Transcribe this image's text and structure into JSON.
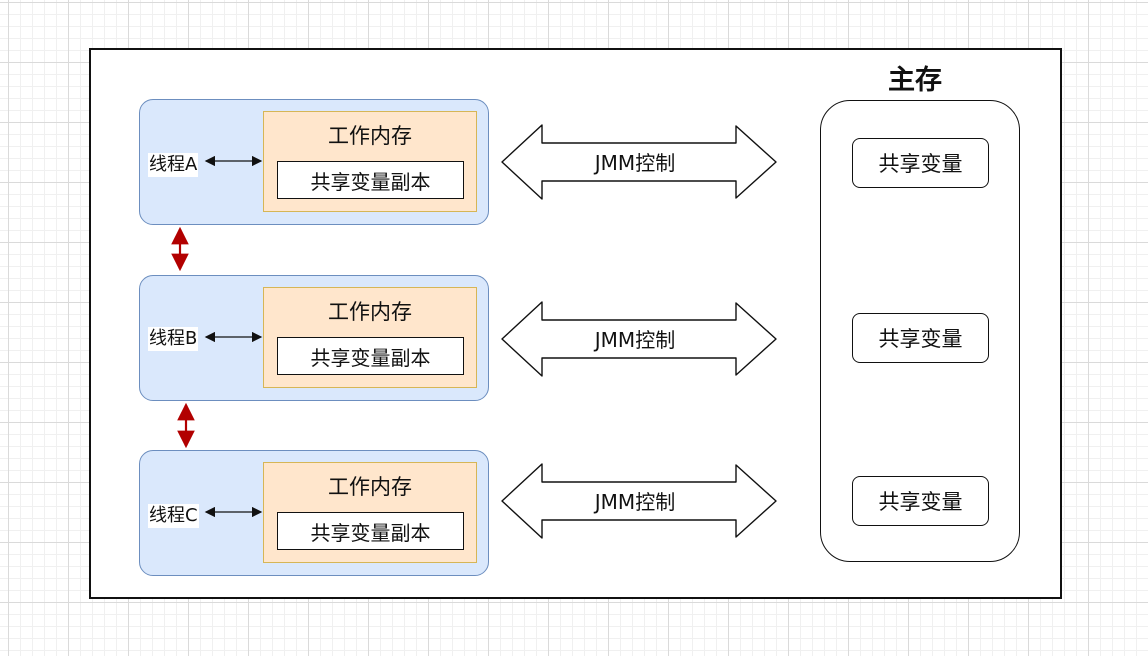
{
  "main_memory": {
    "title": "主存",
    "shared_vars": [
      "共享变量",
      "共享变量",
      "共享变量"
    ]
  },
  "threads": [
    {
      "label": "线程A",
      "work_memory": "工作内存",
      "copy": "共享变量副本",
      "channel": "JMM控制"
    },
    {
      "label": "线程B",
      "work_memory": "工作内存",
      "copy": "共享变量副本",
      "channel": "JMM控制"
    },
    {
      "label": "线程C",
      "work_memory": "工作内存",
      "copy": "共享变量副本",
      "channel": "JMM控制"
    }
  ],
  "colors": {
    "thread_fill": "#dae8fc",
    "thread_border": "#6c8ebf",
    "work_memory_fill": "#ffe6cc",
    "work_memory_border": "#d6b656",
    "thread_link_arrow": "#b20000"
  }
}
